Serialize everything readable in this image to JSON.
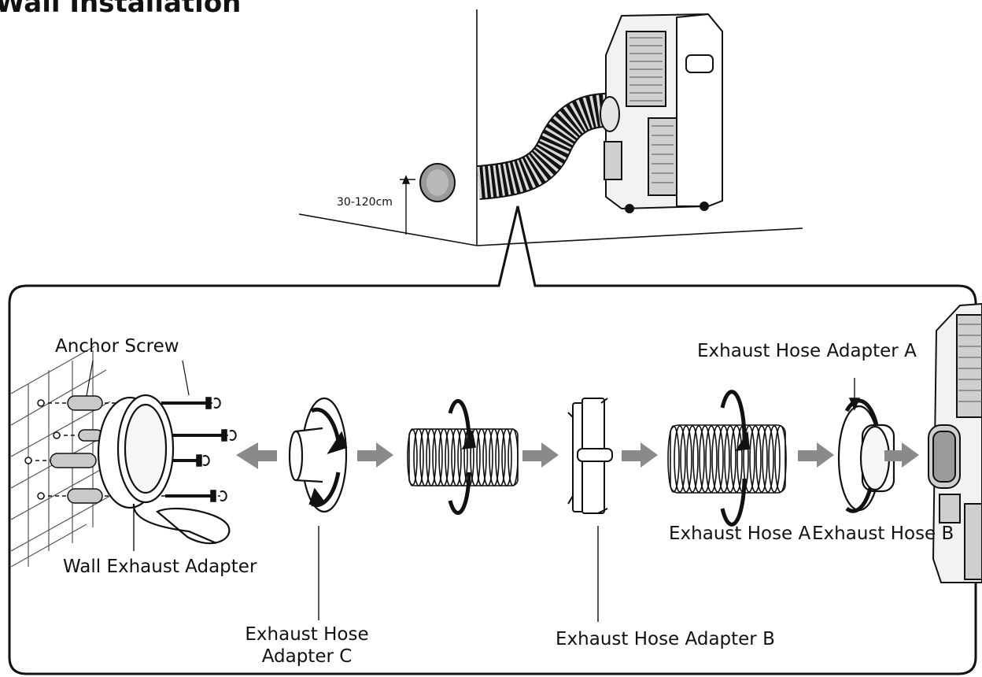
{
  "title": "Wall Installation",
  "height_range": "30-120cm",
  "labels": {
    "anchor_screw": "Anchor Screw",
    "wall_exhaust_adapter": "Wall Exhaust Adapter",
    "adapter_c_line1": "Exhaust Hose",
    "adapter_c_line2": "Adapter C",
    "adapter_b": "Exhaust Hose Adapter B",
    "adapter_a": "Exhaust Hose Adapter A",
    "hose_a": "Exhaust Hose A",
    "hose_b": "Exhaust Hose B"
  },
  "colors": {
    "line": "#111111",
    "arrow": "#8a8a8a",
    "wall_vent": "#9a9a9a",
    "unit_body": "#f2f2f2"
  }
}
